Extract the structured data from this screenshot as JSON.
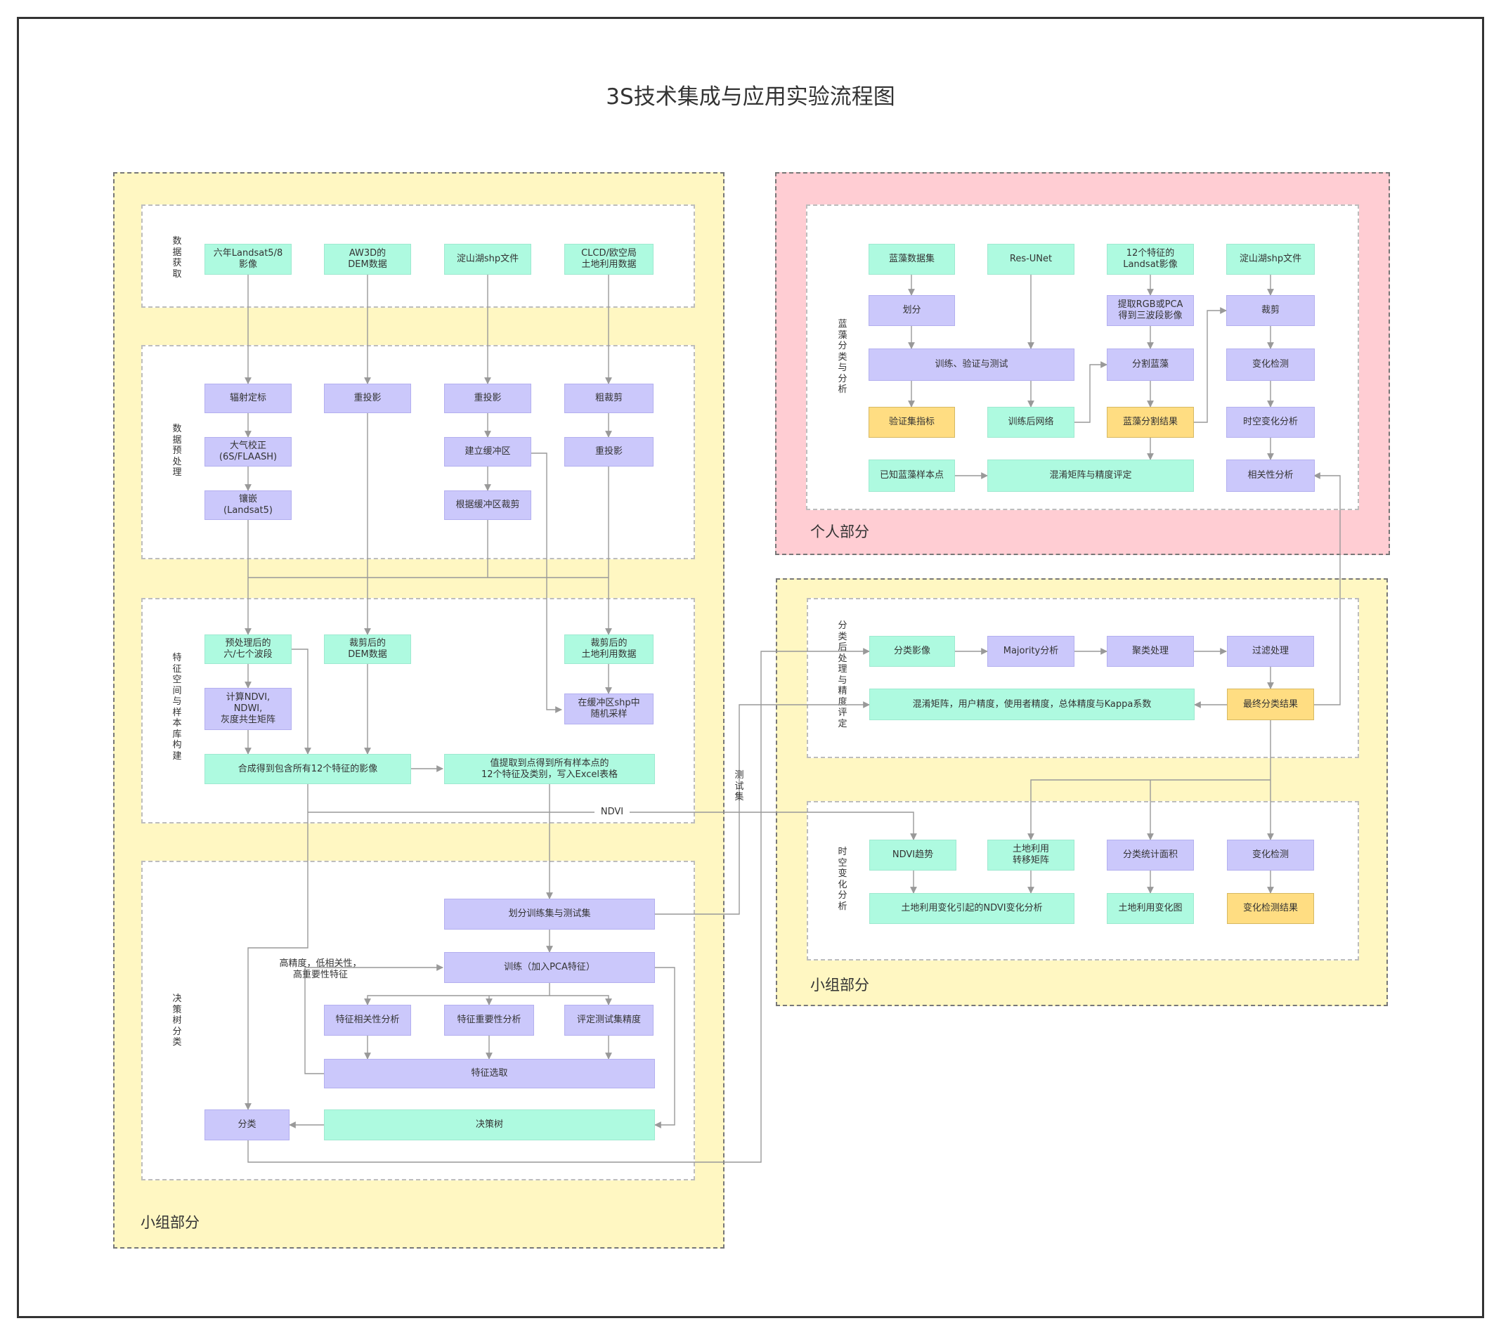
{
  "title": "3S技术集成与应用实验流程图",
  "groups": {
    "left": "小组部分",
    "personal": "个人部分",
    "right": "小组部分"
  },
  "sections": {
    "acquire": "数据获取",
    "preprocess": "数据预处理",
    "feature": "特征空间与样本库构建",
    "tree": "决策树分类",
    "blue_algae": "蓝藻分类与分析",
    "post": "分类后处理与精度评定",
    "change": "时空变化分析"
  },
  "nodes": {
    "landsat": "六年Landsat5/8\n影像",
    "aw3d": "AW3D的\nDEM数据",
    "lake_shp": "淀山湖shp文件",
    "clcd": "CLCD/欧空局\n土地利用数据",
    "radiometric": "辐射定标",
    "reproj1": "重投影",
    "reproj2": "重投影",
    "coarse_clip": "粗裁剪",
    "atmos": "大气校正\n(6S/FLAASH)",
    "buffer": "建立缓冲区",
    "reproj3": "重投影",
    "mosaic": "镶嵌\n(Landsat5)",
    "buffer_clip": "根据缓冲区裁剪",
    "bands": "预处理后的\n六/七个波段",
    "dem_clip": "裁剪后的\nDEM数据",
    "lu_clip": "裁剪后的\n土地利用数据",
    "ndvi_calc": "计算NDVI,\nNDWI,\n灰度共生矩阵",
    "sample": "在缓冲区shp中\n随机采样",
    "composite": "合成得到包含所有12个特征的影像",
    "extract": "值提取到点得到所有样本点的\n12个特征及类别，写入Excel表格",
    "split": "划分训练集与测试集",
    "train": "训练（加入PCA特征）",
    "corr": "特征相关性分析",
    "importance": "特征重要性分析",
    "eval": "评定测试集精度",
    "select": "特征选取",
    "classify": "分类",
    "dtree": "决策树",
    "ba_dataset": "蓝藻数据集",
    "resunet": "Res-UNet",
    "landsat12": "12个特征的\nLandsat影像",
    "lake_shp2": "淀山湖shp文件",
    "divide": "划分",
    "rgb_pca": "提取RGB或PCA\n得到三波段影像",
    "crop": "裁剪",
    "train_val": "训练、验证与测试",
    "seg": "分割蓝藻",
    "change_det1": "变化检测",
    "val_metrics": "验证集指标",
    "trained_net": "训练后网络",
    "seg_result": "蓝藻分割结果",
    "st_analysis": "时空变化分析",
    "known": "已知蓝藻样本点",
    "confusion1": "混淆矩阵与精度评定",
    "corr_analysis": "相关性分析",
    "class_img": "分类影像",
    "majority": "Majority分析",
    "cluster": "聚类处理",
    "filter": "过滤处理",
    "confusion2": "混淆矩阵，用户精度，使用者精度，总体精度与Kappa系数",
    "final": "最终分类结果",
    "ndvi_trend": "NDVI趋势",
    "lu_matrix": "土地利用\n转移矩阵",
    "area_stat": "分类统计面积",
    "change_det2": "变化检测",
    "ndvi_change": "土地利用变化引起的NDVI变化分析",
    "lu_map": "土地利用变化图",
    "change_result": "变化检测结果"
  },
  "edge_labels": {
    "ndvi": "NDVI",
    "test_set": "测试集",
    "high_precision": "高精度，低相关性，\n高重要性特征"
  },
  "colors": {
    "process": "#cbc8fb",
    "data": "#aefae0",
    "result": "#ffdd82",
    "group_yellow": "#fff7c2",
    "group_pink": "#ffcdd3",
    "edge": "#999999"
  }
}
